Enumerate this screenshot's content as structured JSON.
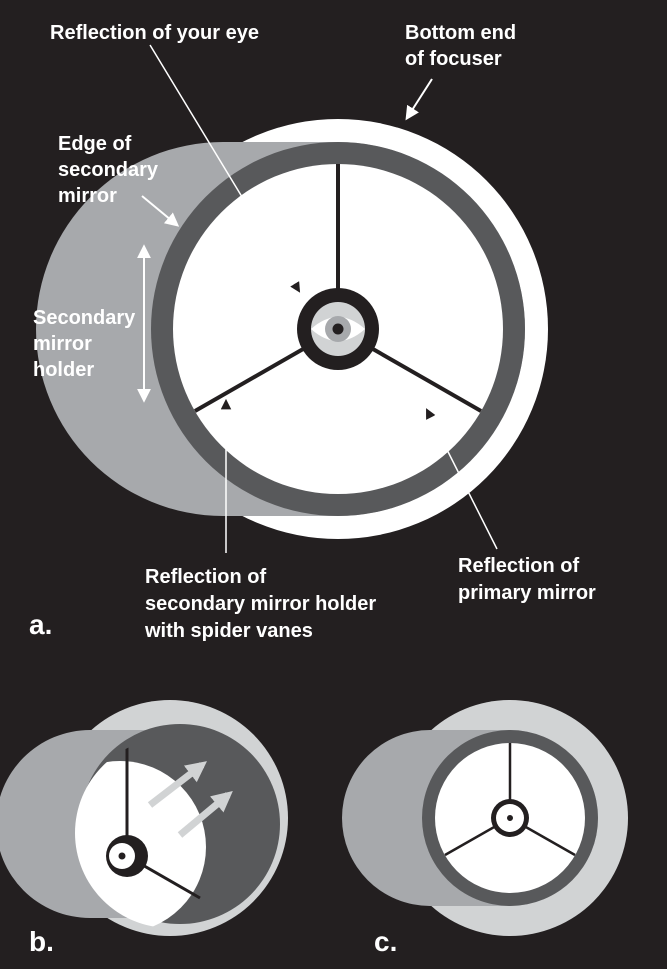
{
  "labels": {
    "reflection_eye": "Reflection of your eye",
    "bottom_focuser_line1": "Bottom end",
    "bottom_focuser_line2": "of focuser",
    "edge_secondary_line1": "Edge of",
    "edge_secondary_line2": "secondary",
    "edge_secondary_line3": "mirror",
    "secondary_holder_line1": "Secondary",
    "secondary_holder_line2": "mirror",
    "secondary_holder_line3": "holder",
    "refl_holder_line1": "Reflection of",
    "refl_holder_line2": "secondary mirror holder",
    "refl_holder_line3": "with spider vanes",
    "refl_primary_line1": "Reflection of",
    "refl_primary_line2": "primary mirror"
  },
  "panels": {
    "a": "a.",
    "b": "b.",
    "c": "c."
  },
  "colors": {
    "background": "#231f20",
    "focuser": "#ffffff",
    "secondary_edge": "#a7a9ac",
    "primary_ring": "#58595b",
    "primary_mirror": "#ffffff",
    "small_panel_focuser": "#d1d3d4",
    "arrow_light": "#d1d3d4"
  }
}
